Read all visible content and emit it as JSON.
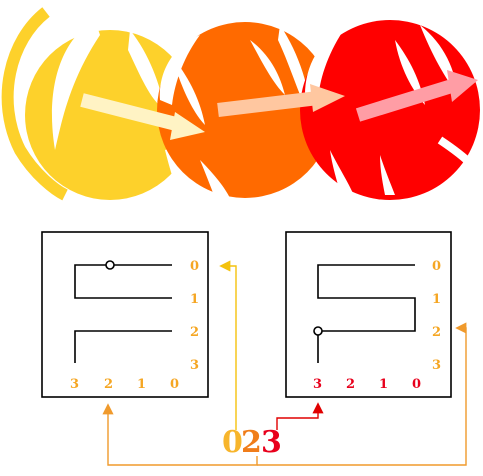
{
  "colors": {
    "yellow": "#fdd12b",
    "orange": "#ff6a00",
    "red": "#ff0000",
    "label_orange": "#f5a623",
    "label_red": "#e8001c",
    "connector_yellow": "#f4c20d",
    "connector_orange": "#f09a2c",
    "connector_red": "#e00000",
    "arrow_pale_yellow": "#fff3c4",
    "arrow_pale_orange": "#ffc7a0",
    "arrow_pale_red": "#ff9da5"
  },
  "diagram": {
    "blobs": [
      {
        "name": "yellow-blob",
        "color": "yellow"
      },
      {
        "name": "orange-blob",
        "color": "orange"
      },
      {
        "name": "red-blob",
        "color": "red"
      }
    ],
    "left_box": {
      "row_labels": [
        "0",
        "1",
        "2",
        "3"
      ],
      "col_labels": [
        "3",
        "2",
        "1",
        "0"
      ]
    },
    "right_box": {
      "row_labels": [
        "0",
        "1",
        "2",
        "3"
      ],
      "col_labels": [
        "3",
        "2",
        "1",
        "0"
      ]
    },
    "code": {
      "digit_1": "0",
      "digit_2": "2",
      "digit_3": "3"
    }
  }
}
